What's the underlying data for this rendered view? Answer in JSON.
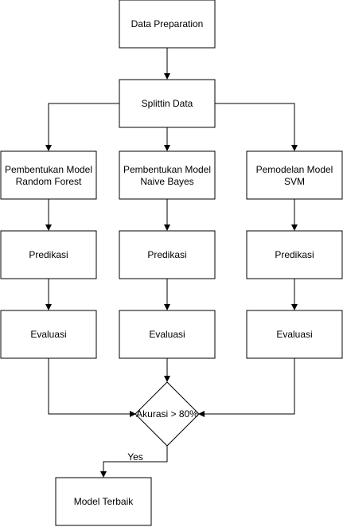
{
  "flowchart": {
    "nodes": {
      "data_preparation": "Data Preparation",
      "splitting": "Splittin Data",
      "model_rf": [
        "Pembentukan Model",
        "Random Forest"
      ],
      "model_nb": [
        "Pembentukan Model",
        "Naive Bayes"
      ],
      "model_svm": [
        "Pemodelan Model",
        "SVM"
      ],
      "pred_rf": "Predikasi",
      "pred_nb": "Predikasi",
      "pred_svm": "Predikasi",
      "eval_rf": "Evaluasi",
      "eval_nb": "Evaluasi",
      "eval_svm": "Evaluasi",
      "decision": "Akurasi > 80%",
      "best_model": "Model Terbaik"
    },
    "edge_labels": {
      "yes": "Yes"
    }
  }
}
